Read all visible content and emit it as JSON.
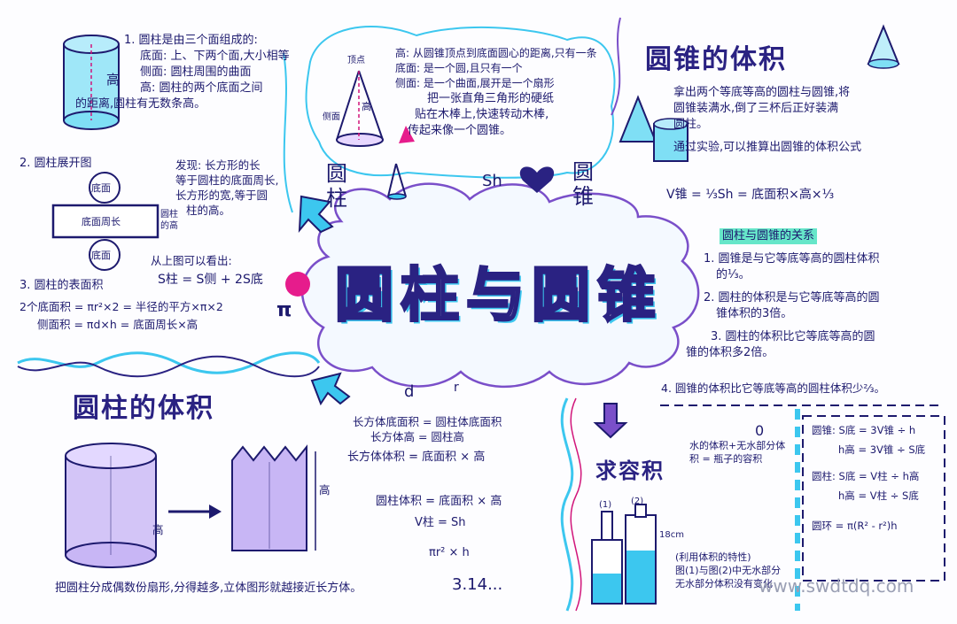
{
  "main_title": "圆柱与圆锥",
  "headers": {
    "cone_volume": "圆锥的体积",
    "cylinder_volume": "圆柱的体积",
    "find_capacity": "求容积"
  },
  "cylinder_label": "圆\n柱",
  "cone_label": "圆\n锥",
  "section_cylinder_parts": {
    "lines": [
      "1. 圆柱是由三个面组成的:",
      "底面: 上、下两个面,大小相等",
      "侧面: 圆柱周围的曲面",
      "高: 圆柱的两个底面之间",
      "的距离,圆柱有无数条高。"
    ],
    "drawing_label": "高"
  },
  "section_unfold": {
    "title": "2. 圆柱展开图",
    "top_circle": "底面",
    "rectangle": "底面周长",
    "bottom_circle": "底面",
    "side_label": "圆柱\n的高",
    "note": [
      "发现: 长方形的长",
      "等于圆柱的底面周长,",
      "长方形的宽,等于圆",
      "柱的高。"
    ]
  },
  "section_surface": {
    "title": "3. 圆柱的表面积",
    "deduce": "从上图可以看出:",
    "formula": "S柱 = S侧 + 2S底",
    "lines": [
      "2个底面积 = πr²×2 = 半径的平方×π×2",
      "侧面积 = πd×h = 底面周长×高"
    ],
    "pi": "π"
  },
  "section_cone_parts": {
    "lines": [
      "高: 从圆锥顶点到底面圆心的距离,只有一条",
      "底面: 是一个圆,且只有一个",
      "侧面: 是一个曲面,展开是一个扇形",
      "把一张直角三角形的硬纸",
      "贴在木棒上,快速转动木棒,",
      "传起来像一个圆锥。"
    ],
    "labels": [
      "顶点",
      "高",
      "侧面"
    ]
  },
  "section_cone_volume": {
    "lines": [
      "拿出两个等底等高的圆柱与圆锥,将",
      "圆锥装满水,倒了三杯后正好装满",
      "圆柱。",
      "通过实验,可以推算出圆锥的体积公式"
    ],
    "formula": "V锥 = ⅓Sh = 底面积×高×⅓",
    "sh": "Sh"
  },
  "section_relation": {
    "title": "圆柱与圆锥的关系",
    "lines": [
      "1. 圆锥是与它等底等高的圆柱体积",
      "的⅓。",
      "2. 圆柱的体积是与它等底等高的圆",
      "锥体积的3倍。",
      "3. 圆柱的体积比它等底等高的圆",
      "锥的体积多2倍。",
      "4. 圆锥的体积比它等底等高的圆柱体积少⅔。"
    ]
  },
  "section_cylinder_volume": {
    "height_label": "高",
    "lines": [
      "长方体底面积 = 圆柱体底面积",
      "长方体高 = 圆柱高",
      "长方体体积 = 底面积 × 高"
    ],
    "formula_1": "圆柱体积 = 底面积 × 高",
    "formula_2": "V柱 = Sh",
    "formula_3": "πr² × h",
    "bottom_note": "把圆柱分成偶数份扇形,分得越多,立体图形就越接近长方体。",
    "pi_value": "3.14..."
  },
  "section_capacity": {
    "note": "水的体积+无水部分体积 = 瓶子的容积",
    "labels": [
      "(1)",
      "(2)",
      "18cm"
    ],
    "property": [
      "(利用体积的特性)",
      "图(1)与图(2)中无水部分",
      "无水部分体积没有变化"
    ]
  },
  "section_formulas": {
    "lines": [
      "圆锥: S底 = 3V锥 ÷ h",
      "h高 = 3V锥 ÷ S底",
      "圆柱: S底 = V柱 ÷ h高",
      "h高 = V柱 ÷ S底",
      "圆环 = π(R² - r²)h"
    ]
  },
  "symbols": {
    "letter_d": "d",
    "letter_r": "r",
    "letter_o": "0"
  },
  "watermark": "www.swdtdq.com",
  "colors": {
    "ink": "#1d1a6e",
    "cyan": "#3cc7ef",
    "purple": "#7a4fc9",
    "pink": "#d1157a",
    "teal": "#66e6c9"
  }
}
